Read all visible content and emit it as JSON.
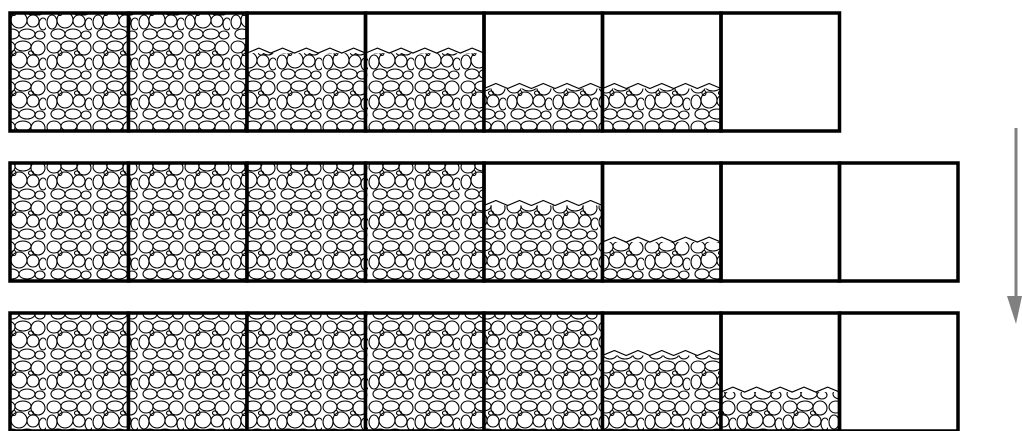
{
  "colors": {
    "stroke": "#000000",
    "background": "#ffffff",
    "arrow": "#808080"
  },
  "icons": {
    "pebble_fill": "pebble-texture",
    "arrow": "arrow-down-icon"
  },
  "rows": [
    {
      "boxes": [
        1,
        1,
        0.66,
        0.66,
        0.36,
        0.36,
        0
      ]
    },
    {
      "boxes": [
        1,
        1,
        1,
        1,
        0.64,
        0.33,
        0,
        0
      ]
    },
    {
      "boxes": [
        1,
        1,
        1,
        1,
        1,
        0.64,
        0.33,
        0
      ]
    }
  ]
}
